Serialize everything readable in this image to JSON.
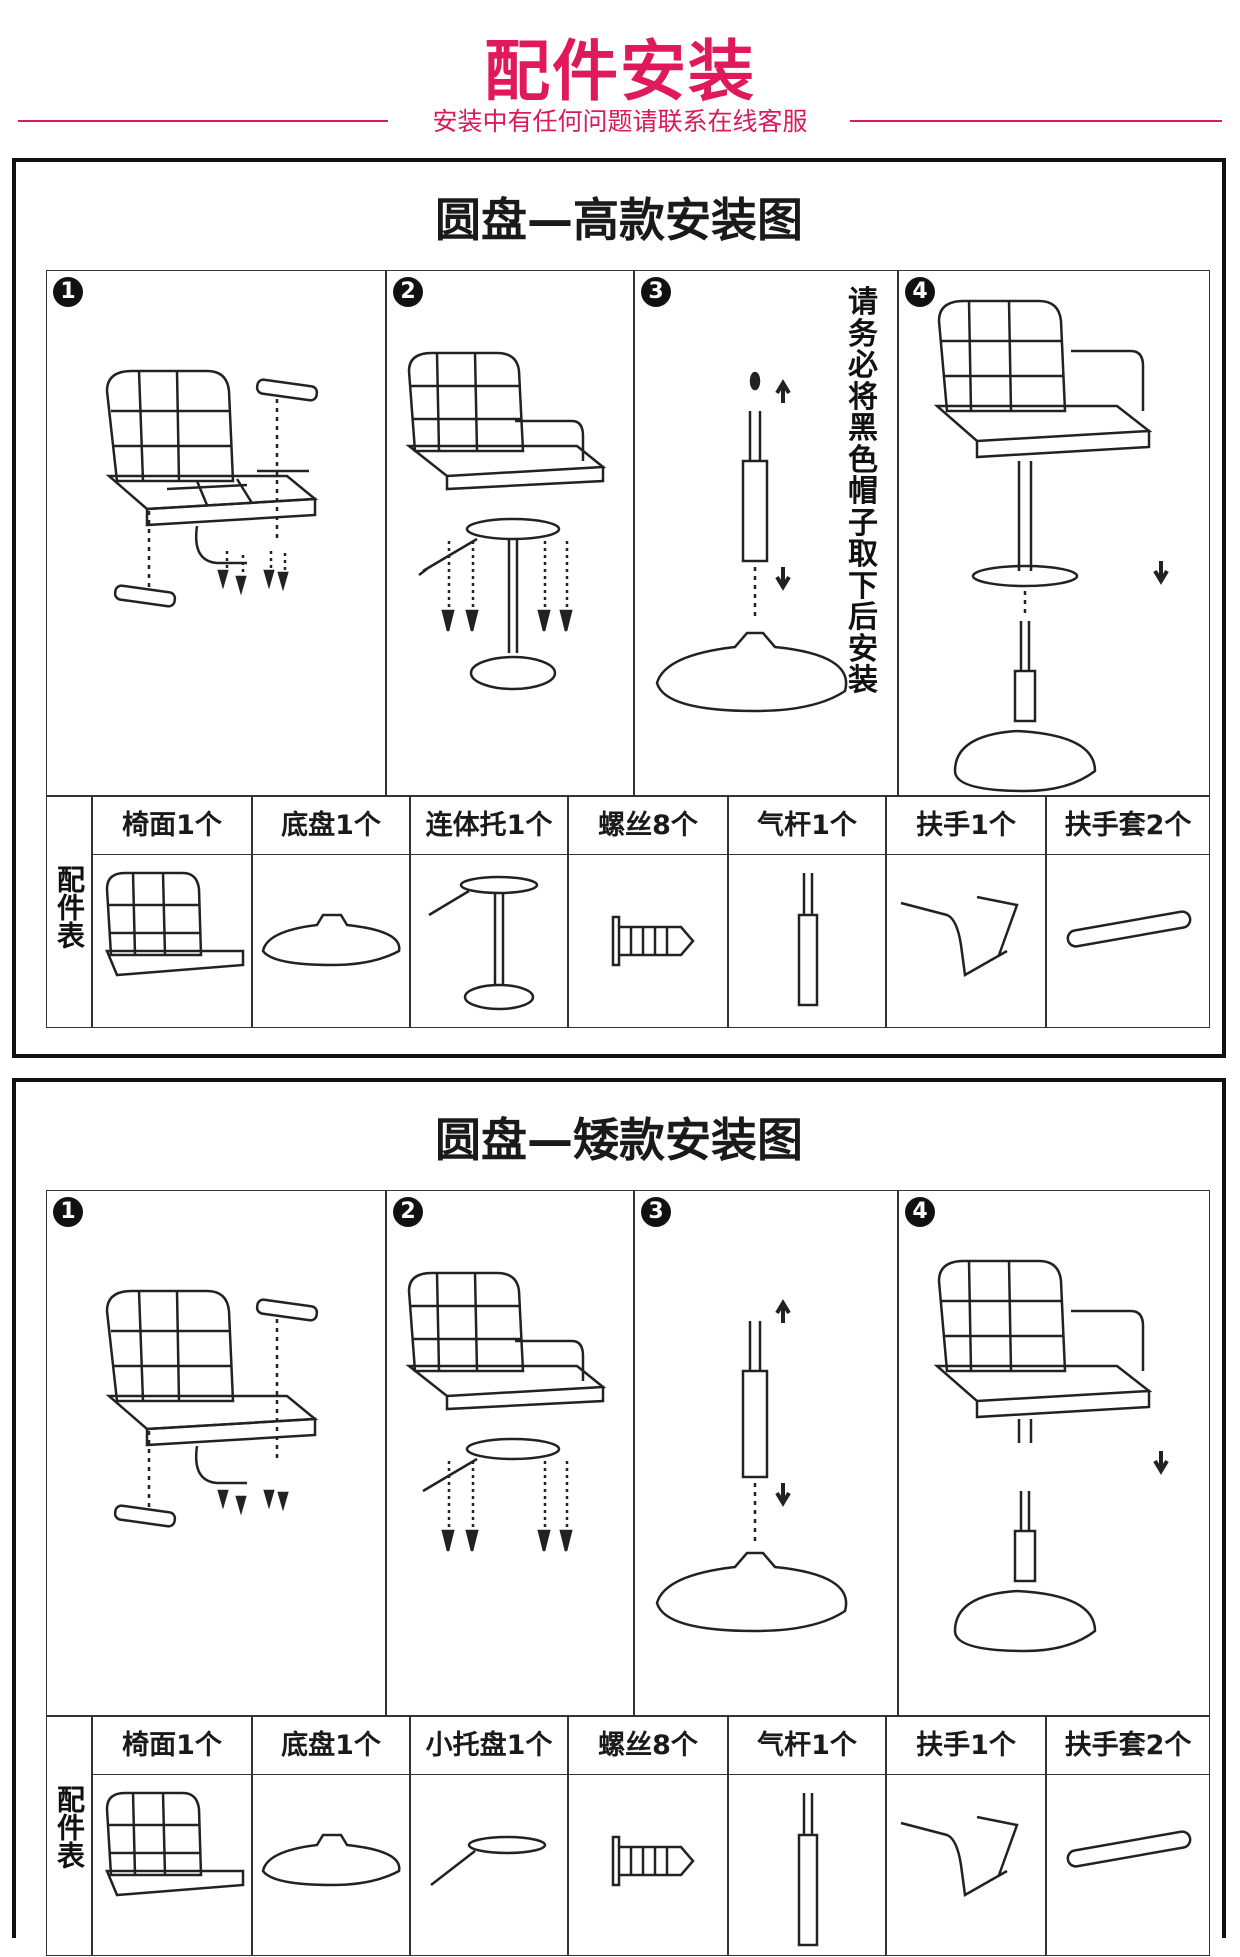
{
  "header": {
    "title": "配件安装",
    "subtitle": "安装中有任何问题请联系在线客服"
  },
  "sections": [
    {
      "title": "圆盘—高款安装图",
      "steps": [
        "1",
        "2",
        "3",
        "4"
      ],
      "note": "请务必将黑色帽子取下后安装",
      "parts_label": "配件表",
      "parts": [
        {
          "name": "椅面1个",
          "icon": "seat-icon"
        },
        {
          "name": "底盘1个",
          "icon": "base-disc-icon"
        },
        {
          "name": "连体托1个",
          "icon": "tray-with-footrest-icon"
        },
        {
          "name": "螺丝8个",
          "icon": "screw-icon"
        },
        {
          "name": "气杆1个",
          "icon": "gas-lift-icon"
        },
        {
          "name": "扶手1个",
          "icon": "armrest-icon"
        },
        {
          "name": "扶手套2个",
          "icon": "armrest-cover-icon"
        }
      ]
    },
    {
      "title": "圆盘—矮款安装图",
      "steps": [
        "1",
        "2",
        "3",
        "4"
      ],
      "parts_label": "配件表",
      "parts": [
        {
          "name": "椅面1个",
          "icon": "seat-icon"
        },
        {
          "name": "底盘1个",
          "icon": "base-disc-icon"
        },
        {
          "name": "小托盘1个",
          "icon": "small-tray-icon"
        },
        {
          "name": "螺丝8个",
          "icon": "screw-icon"
        },
        {
          "name": "气杆1个",
          "icon": "gas-lift-icon"
        },
        {
          "name": "扶手1个",
          "icon": "armrest-icon"
        },
        {
          "name": "扶手套2个",
          "icon": "armrest-cover-icon"
        }
      ]
    }
  ]
}
